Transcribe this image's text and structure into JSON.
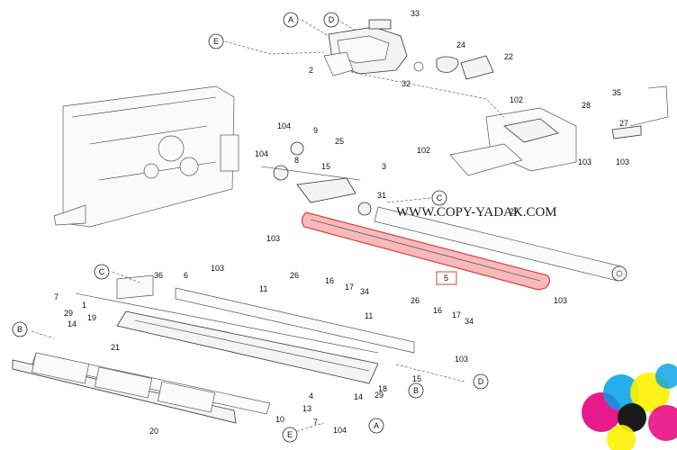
{
  "diagram": {
    "watermark": "WWW.COPY-YADAK.COM",
    "highlight_color": "#f08080",
    "highlight_stroke": "#d94040",
    "callout_circles": [
      {
        "id": "A",
        "label": "A"
      },
      {
        "id": "D",
        "label": "D"
      },
      {
        "id": "E",
        "label": "E"
      },
      {
        "id": "C",
        "label": "C"
      },
      {
        "id": "C2",
        "label": "C"
      },
      {
        "id": "B",
        "label": "B"
      },
      {
        "id": "B2",
        "label": "B"
      },
      {
        "id": "D2",
        "label": "D"
      },
      {
        "id": "A2",
        "label": "A"
      },
      {
        "id": "E2",
        "label": "E"
      }
    ],
    "part_labels": [
      {
        "id": "p33",
        "label": "33"
      },
      {
        "id": "p24",
        "label": "24"
      },
      {
        "id": "p22",
        "label": "22"
      },
      {
        "id": "p2",
        "label": "2"
      },
      {
        "id": "p32",
        "label": "32"
      },
      {
        "id": "p35",
        "label": "35"
      },
      {
        "id": "p102a",
        "label": "102"
      },
      {
        "id": "p28",
        "label": "28"
      },
      {
        "id": "p27a",
        "label": "27"
      },
      {
        "id": "p104a",
        "label": "104"
      },
      {
        "id": "p9",
        "label": "9"
      },
      {
        "id": "p25",
        "label": "25"
      },
      {
        "id": "p104b",
        "label": "104"
      },
      {
        "id": "p8",
        "label": "8"
      },
      {
        "id": "p15a",
        "label": "15"
      },
      {
        "id": "p3",
        "label": "3"
      },
      {
        "id": "p102b",
        "label": "102"
      },
      {
        "id": "p103a",
        "label": "103"
      },
      {
        "id": "p103b",
        "label": "103"
      },
      {
        "id": "p31",
        "label": "31"
      },
      {
        "id": "p27b",
        "label": "27"
      },
      {
        "id": "p103c",
        "label": "103"
      },
      {
        "id": "p5",
        "label": "5"
      },
      {
        "id": "p103d",
        "label": "103"
      },
      {
        "id": "p36",
        "label": "36"
      },
      {
        "id": "p6",
        "label": "6"
      },
      {
        "id": "p103e",
        "label": "103"
      },
      {
        "id": "p26a",
        "label": "26"
      },
      {
        "id": "p16a",
        "label": "16"
      },
      {
        "id": "p17a",
        "label": "17"
      },
      {
        "id": "p34a",
        "label": "34"
      },
      {
        "id": "p11a",
        "label": "11"
      },
      {
        "id": "p7a",
        "label": "7"
      },
      {
        "id": "p1",
        "label": "1"
      },
      {
        "id": "p29a",
        "label": "29"
      },
      {
        "id": "p19",
        "label": "19"
      },
      {
        "id": "p14a",
        "label": "14"
      },
      {
        "id": "p26b",
        "label": "26"
      },
      {
        "id": "p16b",
        "label": "16"
      },
      {
        "id": "p17b",
        "label": "17"
      },
      {
        "id": "p34b",
        "label": "34"
      },
      {
        "id": "p11b",
        "label": "11"
      },
      {
        "id": "p21",
        "label": "21"
      },
      {
        "id": "p103f",
        "label": "103"
      },
      {
        "id": "p15b",
        "label": "15"
      },
      {
        "id": "p18",
        "label": "18"
      },
      {
        "id": "p29b",
        "label": "29"
      },
      {
        "id": "p14b",
        "label": "14"
      },
      {
        "id": "p4",
        "label": "4"
      },
      {
        "id": "p20",
        "label": "20"
      },
      {
        "id": "p10",
        "label": "10"
      },
      {
        "id": "p13",
        "label": "13"
      },
      {
        "id": "p7b",
        "label": "7"
      },
      {
        "id": "p104c",
        "label": "104"
      }
    ],
    "logo_colors": [
      "#e6007e",
      "#00a0e9",
      "#fff100",
      "#1a1a1a"
    ]
  }
}
